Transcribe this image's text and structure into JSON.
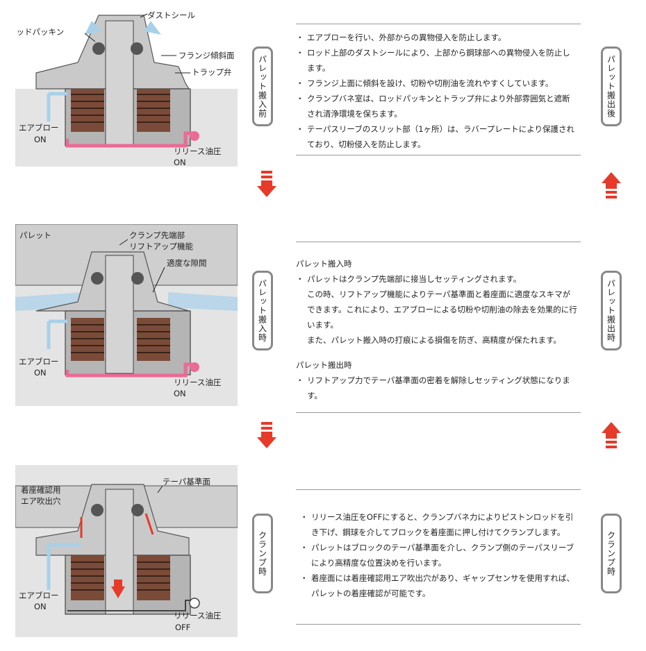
{
  "colors": {
    "accent_red": "#e63a2a",
    "oil_pink": "#ea6b95",
    "air_blue": "#a8d0ea",
    "tab_border": "#888888"
  },
  "section1": {
    "diagram_labels": {
      "dust_seal": "ダストシール",
      "rod_packing": "ロッドパッキン",
      "flange_slope": "フランジ傾斜面",
      "trap_valve": "トラップ弁",
      "air_blow_1": "エアブロー",
      "air_blow_2": "ON",
      "release_1": "リリース油圧",
      "release_2": "ON"
    },
    "left_tab": "パレット搬入前",
    "right_tab": "パレット搬出後",
    "bullets": [
      "エアブローを行い、外部からの異物侵入を防止します。",
      "ロッド上部のダストシールにより、上部から鋼球部への異物侵入を防止します。",
      "フランジ上面に傾斜を設け、切粉や切削油を流れやすくしています。",
      "クランプバネ室は、ロッドパッキンとトラップ弁により外部雰囲気と遮断され清浄環境を保ちます。",
      "テーパスリーブのスリット部（1ヶ所）は、ラバープレートにより保護されており、切粉侵入を防止します。"
    ]
  },
  "section2": {
    "diagram_labels": {
      "pallet": "パレット",
      "clamp_tip_1": "クランプ先端部",
      "clamp_tip_2": "リフトアップ機能",
      "gap": "適度な隙間",
      "air_blow_1": "エアブロー",
      "air_blow_2": "ON",
      "release_1": "リリース油圧",
      "release_2": "ON"
    },
    "left_tab": "パレット搬入時",
    "right_tab": "パレット搬出時",
    "heading_in": "パレット搬入時",
    "bullets_in": [
      "パレットはクランプ先端部に接当しセッティングされます。"
    ],
    "para_in_1": "この時、リフトアップ機能によりテーパ基準面と着座面に適度なスキマができます。これにより、エアブローによる切粉や切削油の除去を効果的に行います。",
    "para_in_2": "また、パレット搬入時の打痕による損傷を防ぎ、高精度が保たれます。",
    "heading_out": "パレット搬出時",
    "bullets_out": [
      "リフトアップ力でテーパ基準面の密着を解除しセッティング状態になります。"
    ]
  },
  "section3": {
    "diagram_labels": {
      "seat_air_1": "着座確認用",
      "seat_air_2": "エア吹出穴",
      "taper_ref": "テーパ基準面",
      "air_blow_1": "エアブロー",
      "air_blow_2": "ON",
      "release_1": "リリース油圧",
      "release_2": "OFF"
    },
    "left_tab": "クランプ時",
    "right_tab": "クランプ時",
    "bullets": [
      "リリース油圧をOFFにすると、クランプバネ力によりピストンロッドを引き下げ、鋼球を介してブロックを着座面に押し付けてクランプします。",
      "パレットはブロックのテーパ基準面を介し、クランプ側のテーパスリーブにより高精度な位置決めを行います。",
      "着座面には着座確認用エア吹出穴があり、ギャップセンサを使用すれば、パレットの着座確認が可能です。"
    ]
  }
}
